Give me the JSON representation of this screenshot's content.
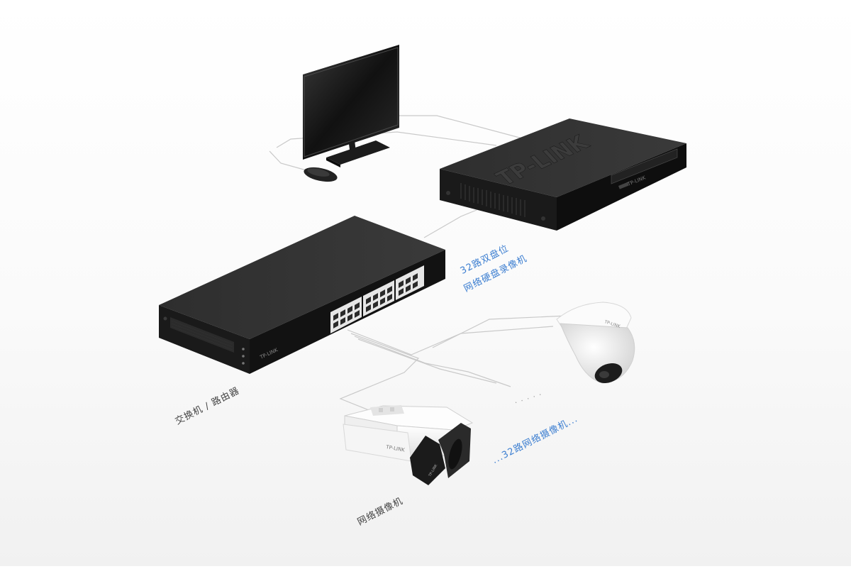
{
  "colors": {
    "accent": "#3d7fd1",
    "device_dark": "#2a2a2a",
    "device_darker": "#151515",
    "camera_white": "#f2f2f2",
    "cable": "#c9c9c9",
    "text_dark": "#444444"
  },
  "nvr": {
    "brand": "TP-LINK",
    "label_line1": "32路双盘位",
    "label_line2": "网络硬盘录像机"
  },
  "switch": {
    "brand": "TP-LINK",
    "label": "交换机 / 路由器"
  },
  "bullet_camera": {
    "brand": "TP-LINK",
    "label": "网络摄像机"
  },
  "more_cameras": {
    "label": "...32路网络摄像机...",
    "ellipsis": "· · · · ·"
  }
}
